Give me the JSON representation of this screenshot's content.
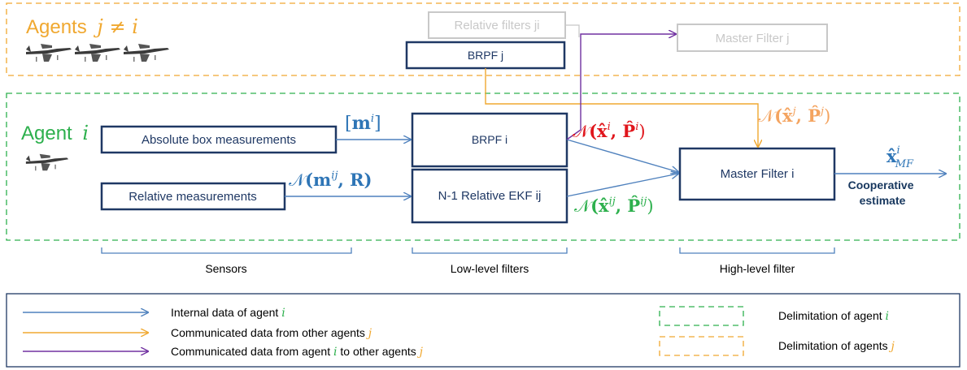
{
  "colors": {
    "internal": "#4f81bd",
    "communicated_in": "#f0a830",
    "communicated_out": "#7030a0",
    "agent_i": "#2db04d",
    "agents_j": "#f0a830",
    "box_border": "#1f3864",
    "box_text": "#1f3864",
    "faded": "#c8c8c8",
    "math_blue": "#2e75b6",
    "math_red": "#e0151b",
    "math_orange": "#f4a460",
    "math_green": "#2db04d",
    "label_dark": "#17375e"
  },
  "regions": {
    "agents_j": {
      "label": "Agents",
      "var": "j ≠ i"
    },
    "agent_i": {
      "label": "Agent",
      "var": "i"
    }
  },
  "boxes": {
    "relative_filters_ji": "Relative filters ji",
    "brpf_j": "BRPF j",
    "master_filter_j": "Master Filter j",
    "absolute_box": "Absolute box measurements",
    "relative_measurements": "Relative measurements",
    "brpf_i": "BRPF i",
    "relative_ekf": "N-1 Relative EKF ij",
    "master_filter_i": "Master Filter i"
  },
  "math": {
    "m_i": {
      "open": "[",
      "base": "m",
      "sup": "i",
      "close": "]"
    },
    "n_mij_r": {
      "n": "𝒩",
      "base": "(m",
      "sup": "ij",
      "rest": ", R)"
    },
    "n_xi_pi": {
      "n": "𝒩",
      "x": "(x̂",
      "xsup": "i",
      "mid": ", P̂",
      "psup": "i",
      "end": ")"
    },
    "n_xj_pj": {
      "n": "𝒩",
      "x": "(x̂",
      "xsup": "j",
      "mid": ", P̂",
      "psup": "j",
      "end": ")"
    },
    "n_xij_pij": {
      "n": "𝒩",
      "x": "(x̂",
      "xsup": "ij",
      "mid": ", P̂",
      "psup": "ij",
      "end": ")"
    },
    "x_mf": {
      "base": "x̂",
      "sup": "i",
      "sub": "MF"
    }
  },
  "output": {
    "line1": "Cooperative",
    "line2": "estimate"
  },
  "brackets": {
    "sensors": "Sensors",
    "low_level": "Low-level filters",
    "high_level": "High-level filter"
  },
  "legend": {
    "internal": {
      "text": "Internal data of agent ",
      "var": "i"
    },
    "communicated_in": {
      "text": "Communicated data from other agents ",
      "var": "j"
    },
    "communicated_out": {
      "pre": "Communicated data from agent ",
      "var1": "i",
      "mid": " to other agents ",
      "var2": "j"
    },
    "delim_i": {
      "text": "Delimitation of agent ",
      "var": "i"
    },
    "delim_j": {
      "text": "Delimitation of agents ",
      "var": "j"
    }
  },
  "icons": [
    "drone-icon",
    "drone-icon",
    "drone-icon",
    "drone-icon"
  ]
}
